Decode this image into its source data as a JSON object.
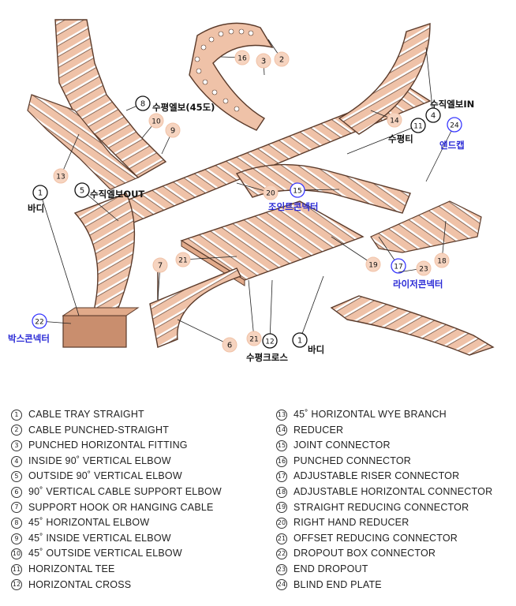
{
  "callouts": [
    {
      "id": "c16",
      "num": "16",
      "ring": "#f1c2a7",
      "text": ""
    },
    {
      "id": "c3",
      "num": "3",
      "ring": "#f1c2a7",
      "text": ""
    },
    {
      "id": "c2",
      "num": "2",
      "ring": "#f1c2a7",
      "text": ""
    },
    {
      "id": "c8",
      "num": "8",
      "ring": "#222222",
      "text": "수평엘보(45도)"
    },
    {
      "id": "c10",
      "num": "10",
      "ring": "#f1c2a7",
      "text": ""
    },
    {
      "id": "c9",
      "num": "9",
      "ring": "#f1c2a7",
      "text": ""
    },
    {
      "id": "c4",
      "num": "4",
      "ring": "#222222",
      "text": "수직엘보IN"
    },
    {
      "id": "c14",
      "num": "14",
      "ring": "#f1c2a7",
      "text": ""
    },
    {
      "id": "c11",
      "num": "11",
      "ring": "#222222",
      "text": "수평티"
    },
    {
      "id": "c24",
      "num": "24",
      "ring": "#3a3aff",
      "text": "엔드캡"
    },
    {
      "id": "c13",
      "num": "13",
      "ring": "#f1c2a7",
      "text": ""
    },
    {
      "id": "c1a",
      "num": "1",
      "ring": "#222222",
      "text": "바디"
    },
    {
      "id": "c5",
      "num": "5",
      "ring": "#222222",
      "text": "수직엘보OUT"
    },
    {
      "id": "c20",
      "num": "20",
      "ring": "#f1c2a7",
      "text": ""
    },
    {
      "id": "c15",
      "num": "15",
      "ring": "#3a3aff",
      "text": "조인트콘넥터"
    },
    {
      "id": "c18",
      "num": "18",
      "ring": "#f1c2a7",
      "text": ""
    },
    {
      "id": "c7",
      "num": "7",
      "ring": "#f1c2a7",
      "text": ""
    },
    {
      "id": "c21a",
      "num": "21",
      "ring": "#f1c2a7",
      "text": ""
    },
    {
      "id": "c19",
      "num": "19",
      "ring": "#f1c2a7",
      "text": ""
    },
    {
      "id": "c17",
      "num": "17",
      "ring": "#3a3aff",
      "text": ""
    },
    {
      "id": "c23",
      "num": "23",
      "ring": "#f1c2a7",
      "text": "라이저콘넥터"
    },
    {
      "id": "c22",
      "num": "22",
      "ring": "#3a3aff",
      "text": "박스콘넥터"
    },
    {
      "id": "c21b",
      "num": "21",
      "ring": "#f1c2a7",
      "text": ""
    },
    {
      "id": "c12",
      "num": "12",
      "ring": "#222222",
      "text": "수평크로스"
    },
    {
      "id": "c1b",
      "num": "1",
      "ring": "#222222",
      "text": "바디"
    },
    {
      "id": "c6",
      "num": "6",
      "ring": "#f1c2a7",
      "text": ""
    }
  ],
  "legend_left": [
    {
      "num": "1",
      "label": "CABLE TRAY STRAIGHT"
    },
    {
      "num": "2",
      "label": "CABLE PUNCHED-STRAIGHT"
    },
    {
      "num": "3",
      "label": "PUNCHED HORIZONTAL FITTING"
    },
    {
      "num": "4",
      "label": "INSIDE 90˚ VERTICAL ELBOW"
    },
    {
      "num": "5",
      "label": "OUTSIDE 90˚ VERTICAL ELBOW"
    },
    {
      "num": "6",
      "label": "90˚ VERTICAL CABLE SUPPORT ELBOW"
    },
    {
      "num": "7",
      "label": "SUPPORT HOOK OR HANGING CABLE"
    },
    {
      "num": "8",
      "label": "45˚ HORIZONTAL ELBOW"
    },
    {
      "num": "9",
      "label": "45˚ INSIDE VERTICAL ELBOW"
    },
    {
      "num": "10",
      "label": "45˚ OUTSIDE VERTICAL ELBOW"
    },
    {
      "num": "11",
      "label": "HORIZONTAL TEE"
    },
    {
      "num": "12",
      "label": "HORIZONTAL CROSS"
    }
  ],
  "legend_right": [
    {
      "num": "13",
      "label": "45˚ HORIZONTAL WYE BRANCH"
    },
    {
      "num": "14",
      "label": "REDUCER"
    },
    {
      "num": "15",
      "label": "JOINT CONNECTOR"
    },
    {
      "num": "16",
      "label": "PUNCHED CONNECTOR"
    },
    {
      "num": "17",
      "label": "ADJUSTABLE RISER CONNECTOR"
    },
    {
      "num": "18",
      "label": "ADJUSTABLE HORIZONTAL CONNECTOR"
    },
    {
      "num": "19",
      "label": "STRAIGHT REDUCING CONNECTOR"
    },
    {
      "num": "20",
      "label": "RIGHT HAND REDUCER"
    },
    {
      "num": "21",
      "label": "OFFSET REDUCING CONNECTOR"
    },
    {
      "num": "22",
      "label": "DROPOUT BOX CONNECTOR"
    },
    {
      "num": "23",
      "label": "END DROPOUT"
    },
    {
      "num": "24",
      "label": "BLIND END PLATE"
    }
  ],
  "colors": {
    "tray_fill": "#efc2a8",
    "tray_stroke": "#5a3a2a",
    "label_blue": "#2a2ad6",
    "label_black": "#111111"
  }
}
